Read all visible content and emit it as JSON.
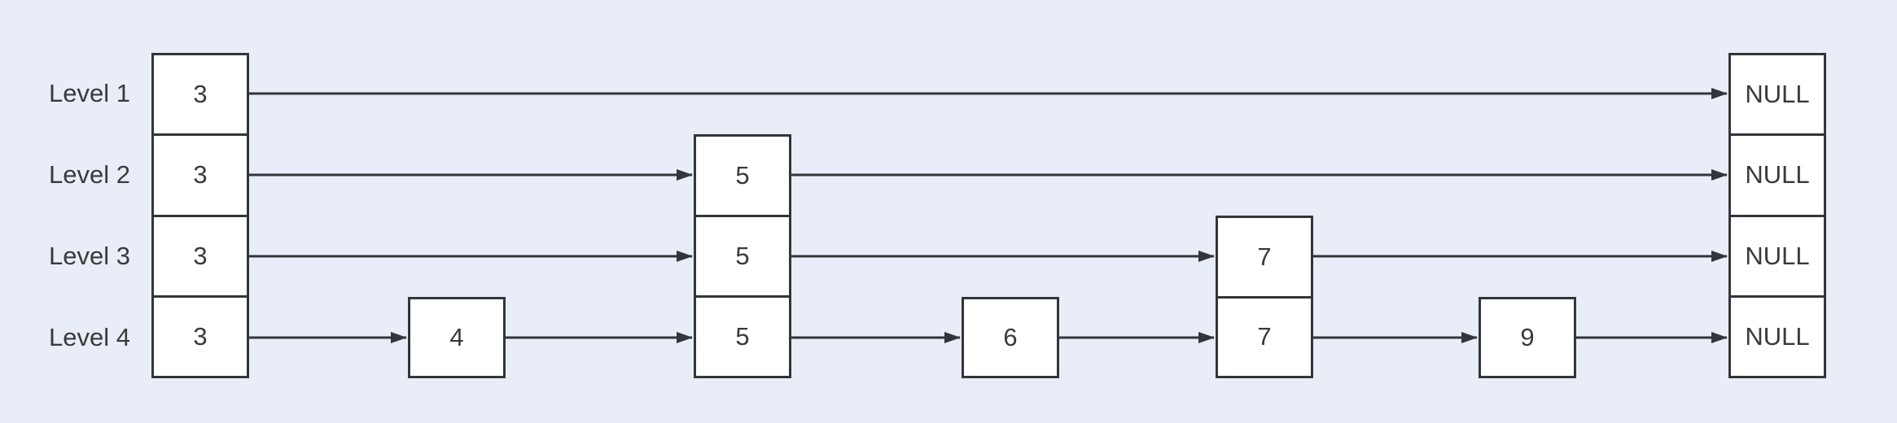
{
  "diagram_type": "skip-list",
  "colors": {
    "background": "#e8edf7",
    "stroke": "#333639",
    "box_fill": "#ffffff",
    "text": "#3a3a3a"
  },
  "levels": [
    {
      "label": "Level 1",
      "nodes": [
        "3",
        "NULL"
      ]
    },
    {
      "label": "Level 2",
      "nodes": [
        "3",
        "5",
        "NULL"
      ]
    },
    {
      "label": "Level 3",
      "nodes": [
        "3",
        "5",
        "7",
        "NULL"
      ]
    },
    {
      "label": "Level 4",
      "nodes": [
        "3",
        "4",
        "5",
        "6",
        "7",
        "9",
        "NULL"
      ]
    }
  ],
  "columns": [
    {
      "name": "head-column",
      "cells": [
        "3",
        "3",
        "3",
        "3"
      ]
    },
    {
      "name": "node-4",
      "cells": [
        "4"
      ]
    },
    {
      "name": "node-5",
      "cells": [
        "5",
        "5",
        "5"
      ]
    },
    {
      "name": "node-6",
      "cells": [
        "6"
      ]
    },
    {
      "name": "node-7",
      "cells": [
        "7",
        "7"
      ]
    },
    {
      "name": "node-9",
      "cells": [
        "9"
      ]
    },
    {
      "name": "null-column",
      "cells": [
        "NULL",
        "NULL",
        "NULL",
        "NULL"
      ]
    }
  ]
}
